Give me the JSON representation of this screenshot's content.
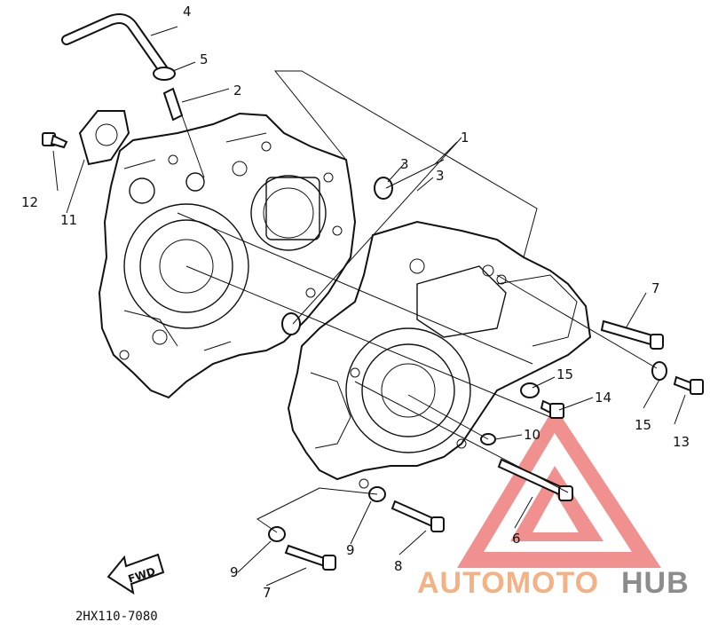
{
  "diagram": {
    "part_code": "2HX110-7080",
    "fwd_label": "FWD",
    "callouts": [
      "1",
      "2",
      "3",
      "3",
      "4",
      "5",
      "6",
      "7",
      "7",
      "8",
      "9",
      "9",
      "10",
      "11",
      "12",
      "13",
      "14",
      "15",
      "15"
    ]
  },
  "watermark": {
    "part1": "AUTOMOTO",
    "part2": "HUB",
    "color_part1": "#f4b183",
    "color_part2": "#8c8c8c",
    "logo_color": "#e53935"
  }
}
